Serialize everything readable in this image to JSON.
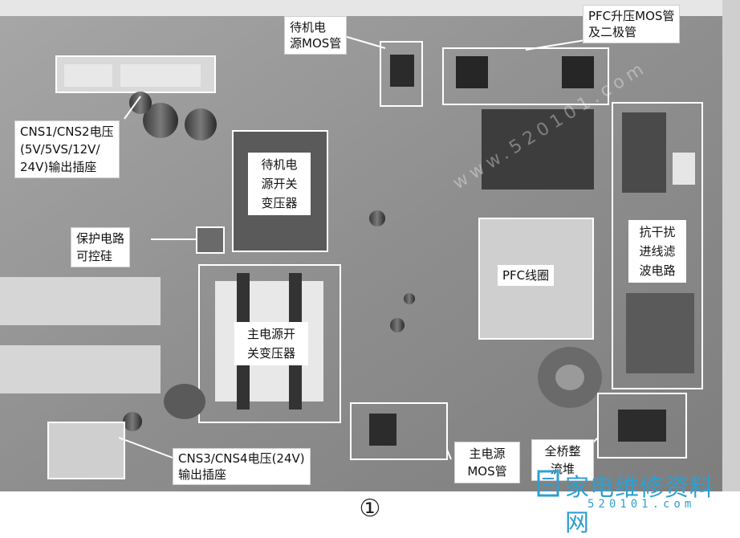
{
  "labels": {
    "standby_mos": "待机电\n源MOS管",
    "pfc_mos": "PFC升压MOS管\n及二极管",
    "cns12": "CNS1/CNS2电压\n(5V/5VS/12V/\n24V)输出插座",
    "standby_transformer": "待机电\n源开关\n变压器",
    "protection": "保护电路\n可控硅",
    "pfc_coil": "PFC线圈",
    "emi_filter": "抗干扰\n进线滤\n波电路",
    "main_transformer": "主电源开\n关变压器",
    "cns34": "CNS3/CNS4电压(24V)\n输出插座",
    "main_mos": "主电源\nMOS管",
    "bridge": "全桥整\n流堆"
  },
  "caption": "①",
  "logo": {
    "name": "家电维修资料网",
    "url": "520101.com"
  },
  "watermark": "www.520101.com",
  "colors": {
    "board": "#9a9a9a",
    "box": "#ffffff",
    "logo": "#2f9fd0"
  },
  "icons": {
    "logo_mark": "book-icon"
  }
}
